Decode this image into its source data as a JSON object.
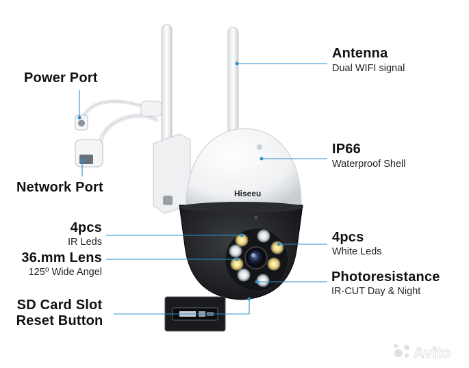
{
  "brand": {
    "camera_logo": "Hiseeu",
    "watermark": "Avito"
  },
  "colors": {
    "accent": "#2e8fc8",
    "text": "#111111",
    "camera_white": "#f6f7f8",
    "camera_black": "#1a1c1f"
  },
  "labels": {
    "antenna": {
      "title": "Antenna",
      "subtitle": "Dual WIFI signal"
    },
    "ip66": {
      "title": "IP66",
      "subtitle": "Waterproof Shell"
    },
    "white_leds": {
      "title": "4pcs",
      "subtitle": "White Leds"
    },
    "photoresistance": {
      "title": "Photoresistance",
      "subtitle": "IR-CUT Day & Night"
    },
    "power_port": {
      "title": "Power Port"
    },
    "network_port": {
      "title": "Network Port"
    },
    "ir_leds": {
      "title": "4pcs",
      "subtitle": "IR Leds"
    },
    "lens": {
      "title": "36.mm Lens",
      "subtitle": "125⁰ Wide Angel"
    },
    "sd_card": {
      "line1": "SD Card Slot",
      "line2": "Reset Button"
    }
  }
}
